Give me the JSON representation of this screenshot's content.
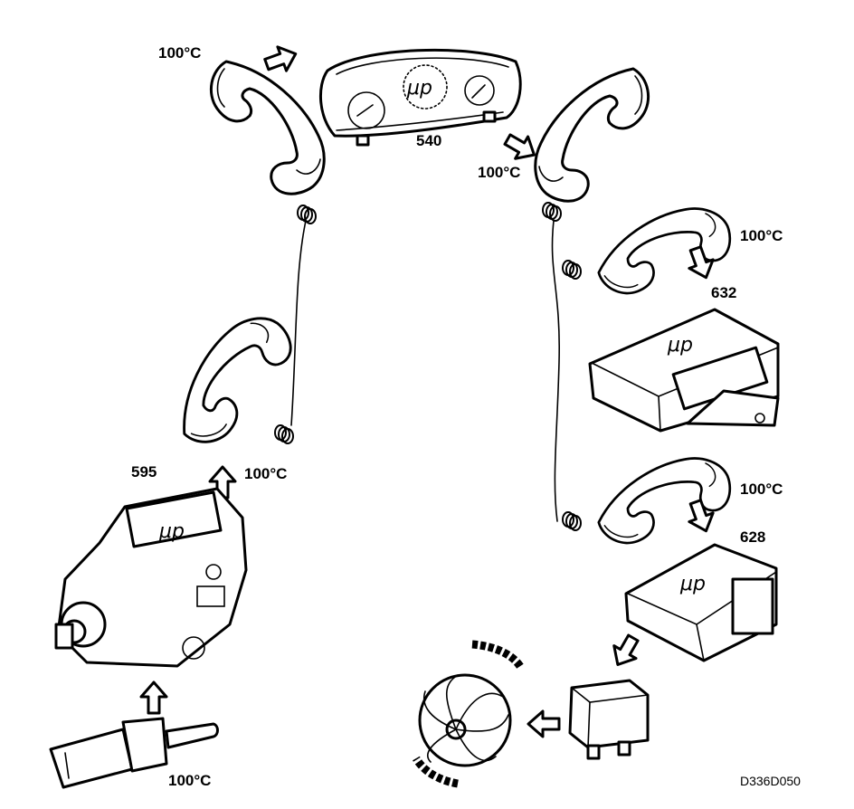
{
  "labels": {
    "temp_top_left": "100°C",
    "temp_mid_right": "100°C",
    "temp_right_1": "100°C",
    "temp_right_2": "100°C",
    "temp_left_handset": "100°C",
    "temp_sensor": "100°C",
    "part_540": "540",
    "part_632": "632",
    "part_628": "628",
    "part_595": "595",
    "mu_p": "μp",
    "figure_ref": "D336D050"
  },
  "icons": [
    "telephone-handset-icon",
    "instrument-cluster-icon",
    "ecu-box-icon",
    "injection-pump-icon",
    "temperature-sensor-icon",
    "relay-icon",
    "cooling-fan-icon",
    "arrow-icon"
  ]
}
